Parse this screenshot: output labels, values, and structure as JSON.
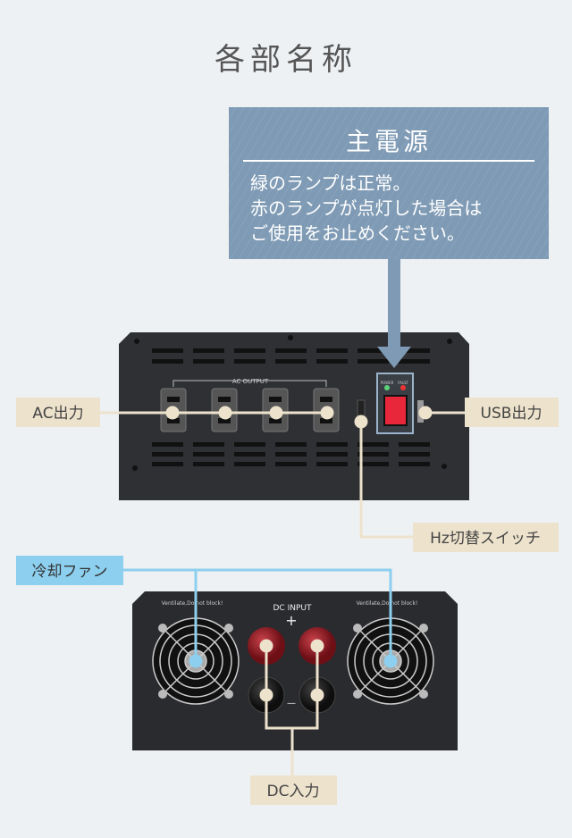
{
  "title": "各部名称",
  "callout": {
    "heading": "主電源",
    "lines": [
      "緑のランプは正常。",
      "赤のランプが点灯した場合は",
      "ご使用をお止めください。"
    ]
  },
  "labels": {
    "ac_output": "AC出力",
    "usb_output": "USB出力",
    "hz_switch": "Hz切替スイッチ",
    "cooling_fan": "冷却ファン",
    "dc_input": "DC入力"
  },
  "device_print": {
    "ac_output": "AC   OUTPUT",
    "power": "POWER",
    "fault": "FAULT",
    "dc_input": "DC INPUT",
    "plus": "+",
    "minus": "—",
    "ventilate": "Ventilate,Do not block!"
  },
  "colors": {
    "background": "#eef1f4",
    "callout": "#7e9ab4",
    "label": "#ede2cc",
    "fan_label": "#8ccfee",
    "device": "#2f3034"
  }
}
